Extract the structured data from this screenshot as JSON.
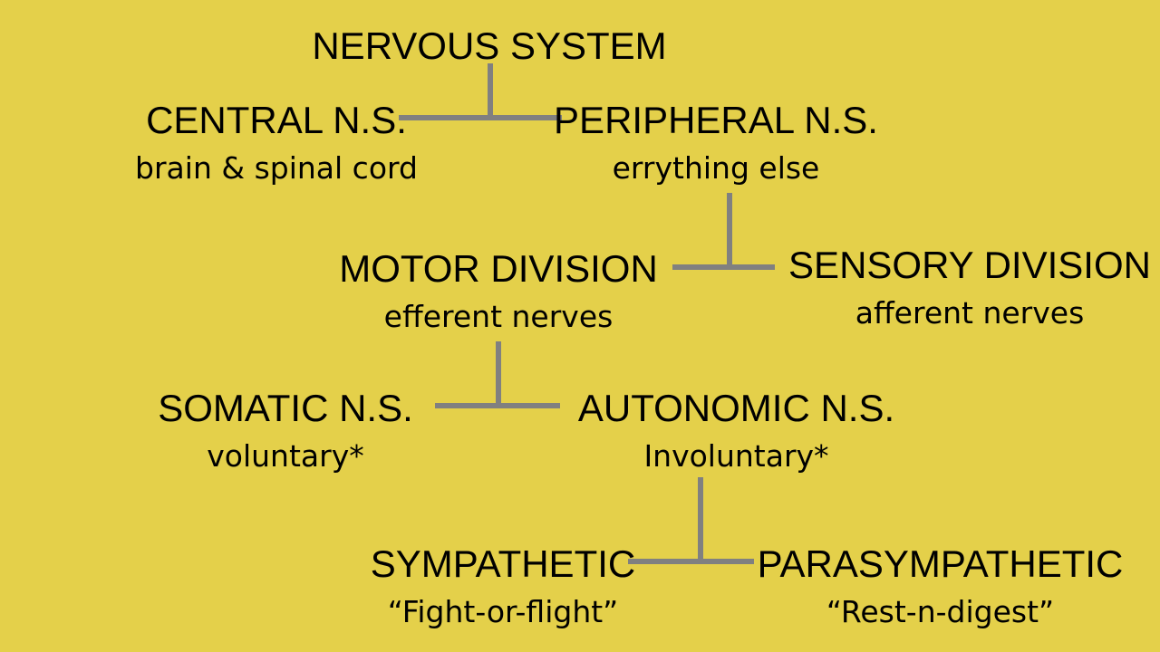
{
  "diagram": {
    "root": {
      "title": "NERVOUS SYSTEM"
    },
    "central": {
      "title": "CENTRAL N.S.",
      "subtitle": "brain & spinal cord"
    },
    "peripheral": {
      "title": "PERIPHERAL N.S.",
      "subtitle": "errything else"
    },
    "motor": {
      "title": "MOTOR DIVISION",
      "subtitle": "efferent nerves"
    },
    "sensory": {
      "title": "SENSORY DIVISION",
      "subtitle": "afferent nerves"
    },
    "somatic": {
      "title": "SOMATIC N.S.",
      "subtitle": "voluntary*"
    },
    "autonomic": {
      "title": "AUTONOMIC N.S.",
      "subtitle": "Involuntary*"
    },
    "sympathetic": {
      "title": "SYMPATHETIC",
      "subtitle": "“Fight-or-flight”"
    },
    "parasympathetic": {
      "title": "PARASYMPATHETIC",
      "subtitle": "“Rest-n-digest”"
    }
  },
  "colors": {
    "background": "#E4D04A",
    "connector": "#808080",
    "text": "#000000"
  }
}
